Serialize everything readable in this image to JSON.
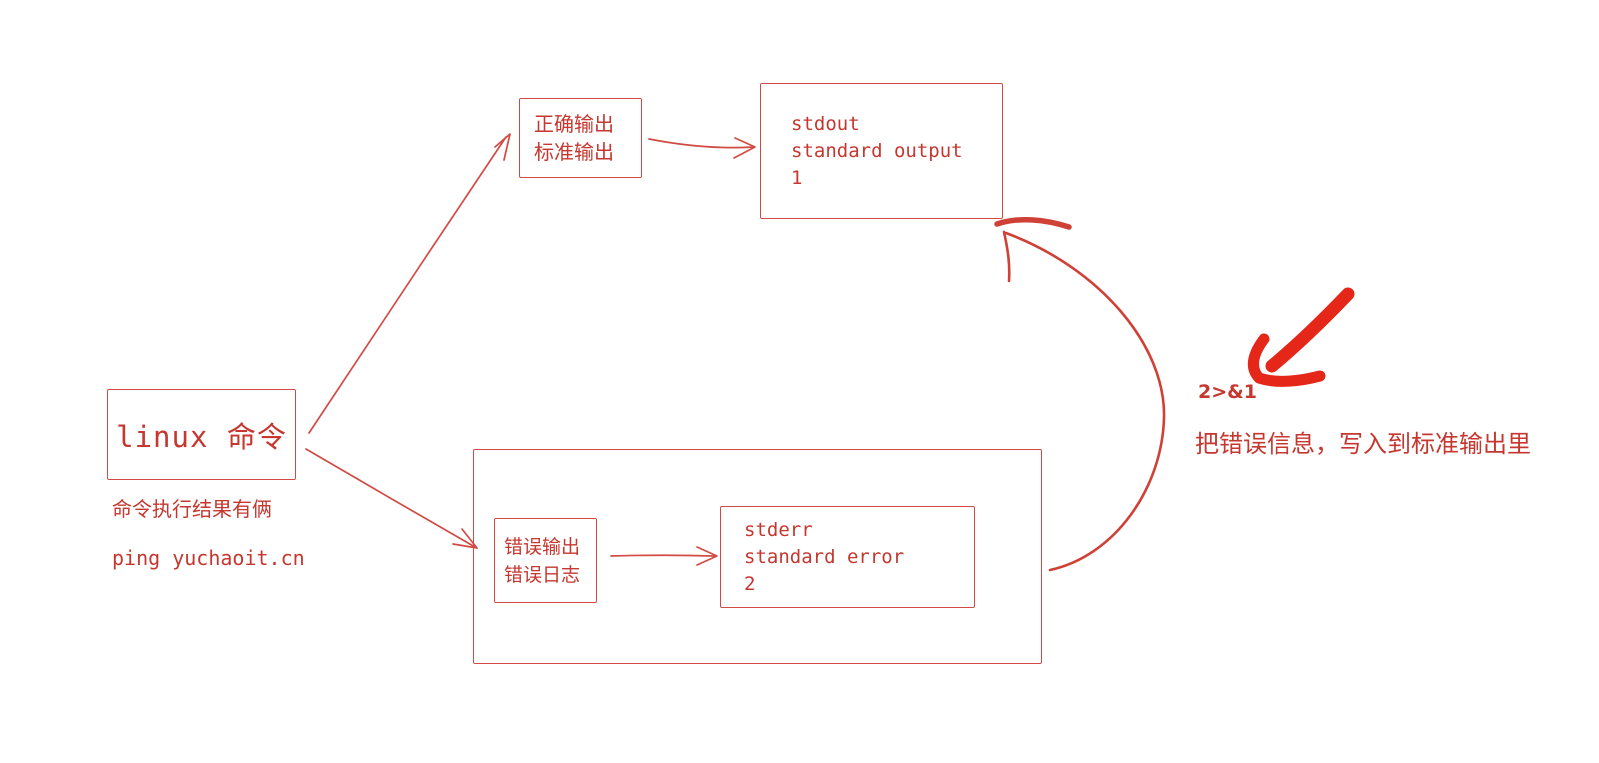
{
  "colors": {
    "ink": "#c5372f",
    "stroke": "#d14b44",
    "marker": "#e42718",
    "background": "#ffffff"
  },
  "nodes": {
    "linux": {
      "label": "linux 命令"
    },
    "correct": {
      "lines": [
        "正确输出",
        "标准输出"
      ]
    },
    "stdout": {
      "lines": [
        "stdout",
        "standard output",
        "1"
      ]
    },
    "error": {
      "lines": [
        "错误输出",
        "错误日志"
      ]
    },
    "stderr": {
      "lines": [
        "stderr",
        "standard error",
        "2"
      ]
    }
  },
  "notes": {
    "result_count": "命令执行结果有俩",
    "ping_example": "ping yuchaoit.cn",
    "redirect_operator": "2>&1",
    "redirect_explanation": "把错误信息，写入到标准输出里"
  },
  "connections": [
    {
      "from": "linux-command",
      "to": "correct-output"
    },
    {
      "from": "correct-output",
      "to": "stdout"
    },
    {
      "from": "linux-command",
      "to": "error-container"
    },
    {
      "from": "error-output",
      "to": "stderr"
    },
    {
      "from": "error-container",
      "to": "stdout",
      "label": "2>&1"
    }
  ]
}
